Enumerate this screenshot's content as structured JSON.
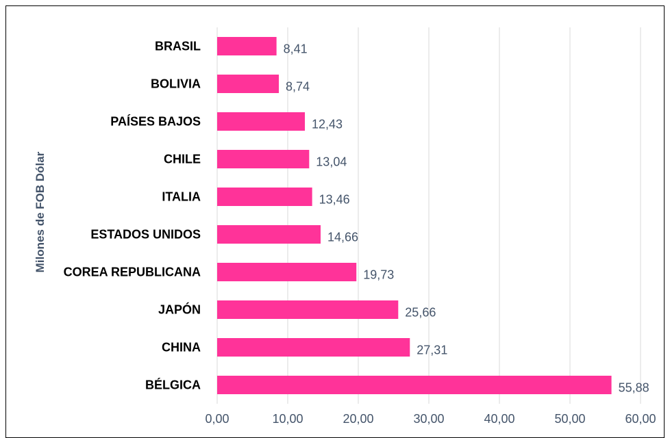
{
  "chart_data": {
    "type": "bar",
    "orientation": "horizontal",
    "categories": [
      "BRASIL",
      "BOLIVIA",
      "PAÍSES BAJOS",
      "CHILE",
      "ITALIA",
      "ESTADOS UNIDOS",
      "COREA REPUBLICANA",
      "JAPÓN",
      "CHINA",
      "BÉLGICA"
    ],
    "values": [
      8.41,
      8.74,
      12.43,
      13.04,
      13.46,
      14.66,
      19.73,
      25.66,
      27.31,
      55.88
    ],
    "value_labels": [
      "8,41",
      "8,74",
      "12,43",
      "13,04",
      "13,46",
      "14,66",
      "19,73",
      "25,66",
      "27,31",
      "55,88"
    ],
    "x_ticks": [
      "0,00",
      "10,00",
      "20,00",
      "30,00",
      "40,00",
      "50,00",
      "60,00"
    ],
    "xlim": [
      0,
      60
    ],
    "ylabel": "Milones de FOB Dólar",
    "grid": true,
    "bar_color": "#ff3399",
    "grid_color": "#d9d9d9"
  }
}
